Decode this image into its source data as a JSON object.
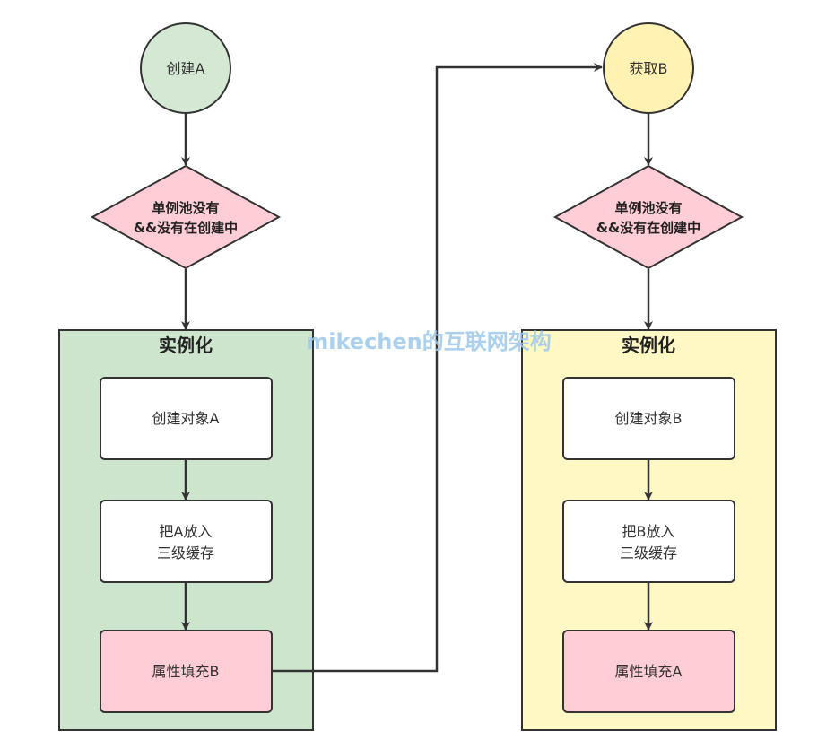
{
  "left_flow": {
    "start_label": "创建A",
    "check_line1": "单例池没有",
    "check_line2": "&&没有在创建中",
    "container_title": "实例化",
    "step1": "创建对象A",
    "step2_line1": "把A放入",
    "step2_line2": "三级缓存",
    "step3": "属性填充B"
  },
  "right_flow": {
    "start_label": "获取B",
    "check_line1": "单例池没有",
    "check_line2": "&&没有在创建中",
    "container_title": "实例化",
    "step1": "创建对象B",
    "step2_line1": "把B放入",
    "step2_line2": "三级缓存",
    "step3": "属性填充A"
  },
  "watermark": "mikechen的互联网架构",
  "colors": {
    "green_fill": "#d5e8d4",
    "green_container": "#cde5cc",
    "yellow_fill": "#fff2b3",
    "yellow_container": "#fff8c4",
    "pink_fill": "#ffcdd6",
    "stroke": "#333333",
    "watermark": "#9cc8ea"
  }
}
